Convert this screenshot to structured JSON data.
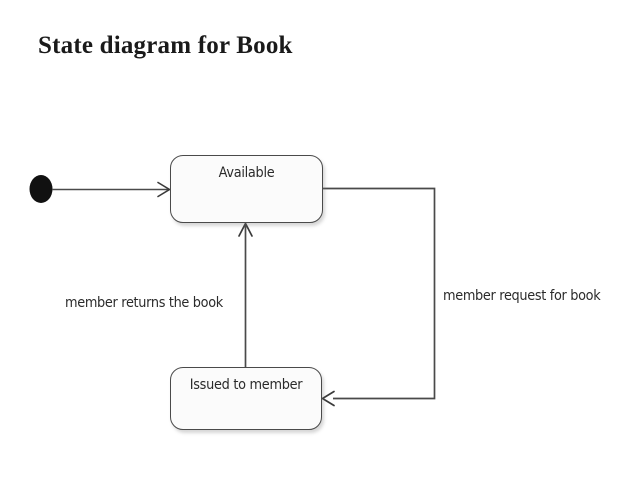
{
  "slide": {
    "title": "State diagram for Book",
    "background_color": "#ffffff",
    "title_color": "#1a1a1a"
  },
  "diagram": {
    "type": "uml-state-diagram",
    "subject": "Book",
    "colors": {
      "stroke": "#4a4a4a",
      "box_fill": "#fbfbfb",
      "initial_node": "#111111",
      "text": "#2b2b2b"
    },
    "initial_node": {
      "name": "initial-state-node",
      "shape": "filled-circle"
    },
    "states": [
      {
        "id": "available",
        "label": "Available"
      },
      {
        "id": "issued",
        "label": "Issued to member"
      }
    ],
    "transitions": [
      {
        "id": "start-to-available",
        "from": "initial",
        "to": "available",
        "label": ""
      },
      {
        "id": "available-to-issued",
        "from": "available",
        "to": "issued",
        "label": "member request for book"
      },
      {
        "id": "issued-to-available",
        "from": "issued",
        "to": "available",
        "label": "member returns the book"
      }
    ]
  }
}
